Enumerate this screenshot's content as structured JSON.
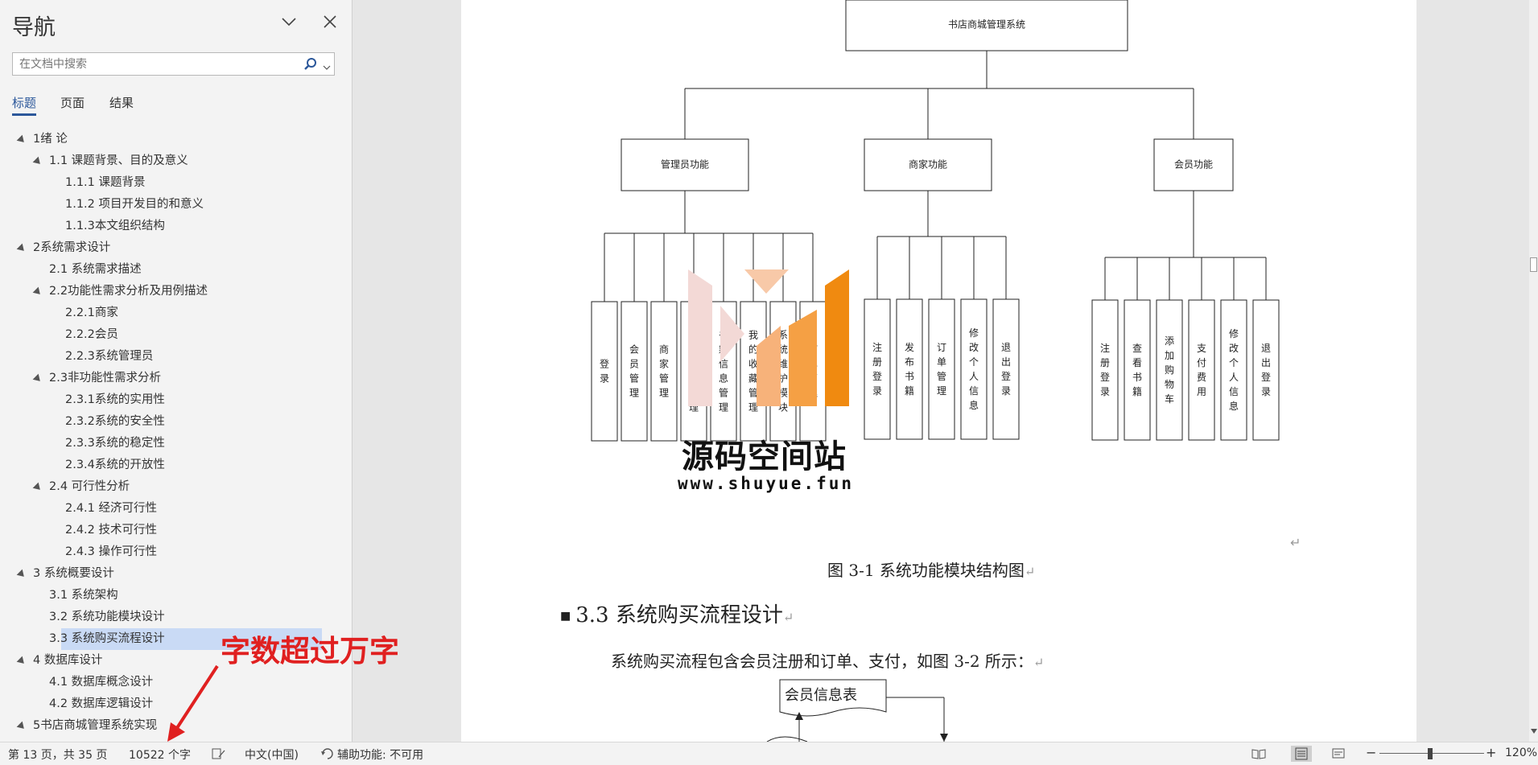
{
  "nav": {
    "title": "导航",
    "search_placeholder": "在文档中搜索",
    "tabs": [
      {
        "label": "标题",
        "active": true
      },
      {
        "label": "页面",
        "active": false
      },
      {
        "label": "结果",
        "active": false
      }
    ],
    "tree": [
      {
        "label": "1绪  论",
        "level": 1,
        "expanded": true
      },
      {
        "label": "1.1 课题背景、目的及意义",
        "level": 2,
        "expanded": true
      },
      {
        "label": "1.1.1 课题背景",
        "level": 3
      },
      {
        "label": "1.1.2 项目开发目的和意义",
        "level": 3
      },
      {
        "label": "1.1.3本文组织结构",
        "level": 3
      },
      {
        "label": "2系统需求设计",
        "level": 1,
        "expanded": true
      },
      {
        "label": "2.1 系统需求描述",
        "level": 2
      },
      {
        "label": "2.2功能性需求分析及用例描述",
        "level": 2,
        "expanded": true
      },
      {
        "label": "2.2.1商家",
        "level": 3
      },
      {
        "label": "2.2.2会员",
        "level": 3
      },
      {
        "label": "2.2.3系统管理员",
        "level": 3
      },
      {
        "label": "2.3非功能性需求分析",
        "level": 2,
        "expanded": true
      },
      {
        "label": "2.3.1系统的实用性",
        "level": 3
      },
      {
        "label": "2.3.2系统的安全性",
        "level": 3
      },
      {
        "label": "2.3.3系统的稳定性",
        "level": 3
      },
      {
        "label": "2.3.4系统的开放性",
        "level": 3
      },
      {
        "label": "2.4 可行性分析",
        "level": 2,
        "expanded": true
      },
      {
        "label": "2.4.1 经济可行性",
        "level": 3
      },
      {
        "label": "2.4.2 技术可行性",
        "level": 3
      },
      {
        "label": "2.4.3 操作可行性",
        "level": 3
      },
      {
        "label": "3 系统概要设计",
        "level": 1,
        "expanded": true
      },
      {
        "label": "3.1 系统架构",
        "level": 2
      },
      {
        "label": "3.2 系统功能模块设计",
        "level": 2
      },
      {
        "label": "3.3 系统购买流程设计",
        "level": 2,
        "selected": true
      },
      {
        "label": "4 数据库设计",
        "level": 1,
        "expanded": true
      },
      {
        "label": "4.1 数据库概念设计",
        "level": 2
      },
      {
        "label": "4.2 数据库逻辑设计",
        "level": 2
      },
      {
        "label": "5书店商城管理系统实现",
        "level": 1,
        "expanded": true
      }
    ]
  },
  "diagram": {
    "root": "书店商城管理系统",
    "groups": [
      {
        "name": "管理员功能",
        "items": [
          "登录",
          "会员管理",
          "商家管理",
          "书籍信息管理",
          "书籍信息管理",
          "我的收藏管理",
          "系统维护模块",
          "订单管理"
        ]
      },
      {
        "name": "商家功能",
        "items": [
          "注册登录",
          "发布书籍",
          "订单管理",
          "修改个人信息",
          "退出登录"
        ]
      },
      {
        "name": "会员功能",
        "items": [
          "注册登录",
          "查看书籍",
          "添加购物车",
          "支付费用",
          "修改个人信息",
          "退出登录"
        ]
      }
    ]
  },
  "document": {
    "caption": "图 3-1  系统功能模块结构图",
    "heading": "3.3  系统购买流程设计",
    "paragraph": "系统购买流程包含会员注册和订单、支付，如图 3-2 所示：",
    "flow_box": "会员信息表",
    "para_mark": "↵"
  },
  "watermark": {
    "name": "源码空间站",
    "url": "www.shuyue.fun"
  },
  "annotation": {
    "text": "字数超过万字",
    "color": "#e02020"
  },
  "status": {
    "page": "第 13 页，共 35 页",
    "words": "10522 个字",
    "language": "中文(中国)",
    "accessibility": "辅助功能: 不可用",
    "zoom_out": "−",
    "zoom_in": "+",
    "zoom": "120%"
  },
  "colors": {
    "accent": "#2b579a",
    "selection": "#c9daf5"
  }
}
